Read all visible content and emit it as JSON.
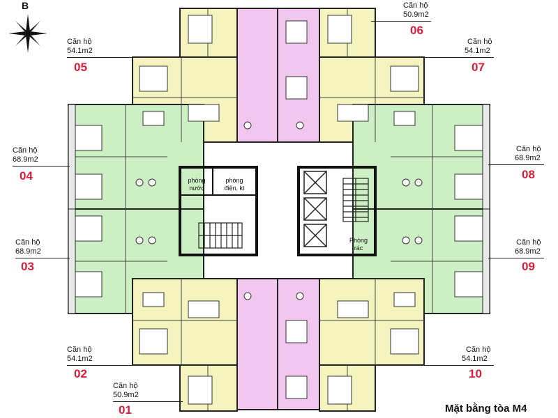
{
  "section": "B",
  "title": "Mặt bằng tòa M4",
  "colors": {
    "yellow_unit": "#f5f4bf",
    "green_unit": "#cdefc4",
    "pink_corridor": "#f2c7ef",
    "walls": "#222222",
    "label_number": "#d81e3a",
    "core": "#ffffff"
  },
  "core_rooms": [
    {
      "name": "phòng\nnước"
    },
    {
      "name": "phòng\nđiện, kt"
    },
    {
      "name": "Phòng\nrác"
    }
  ],
  "apartments": [
    {
      "id": "01",
      "label": "Căn hộ",
      "area": "50.9m2"
    },
    {
      "id": "02",
      "label": "Căn hộ",
      "area": "54.1m2"
    },
    {
      "id": "03",
      "label": "Căn hộ",
      "area": "68.9m2"
    },
    {
      "id": "04",
      "label": "Căn hộ",
      "area": "68.9m2"
    },
    {
      "id": "05",
      "label": "Căn hộ",
      "area": "54.1m2"
    },
    {
      "id": "06",
      "label": "Căn hộ",
      "area": "50.9m2"
    },
    {
      "id": "07",
      "label": "Căn hộ",
      "area": "54.1m2"
    },
    {
      "id": "08",
      "label": "Căn hộ",
      "area": "68.9m2"
    },
    {
      "id": "09",
      "label": "Căn hộ",
      "area": "68.9m2"
    },
    {
      "id": "10",
      "label": "Căn hộ",
      "area": "54.1m2"
    }
  ]
}
